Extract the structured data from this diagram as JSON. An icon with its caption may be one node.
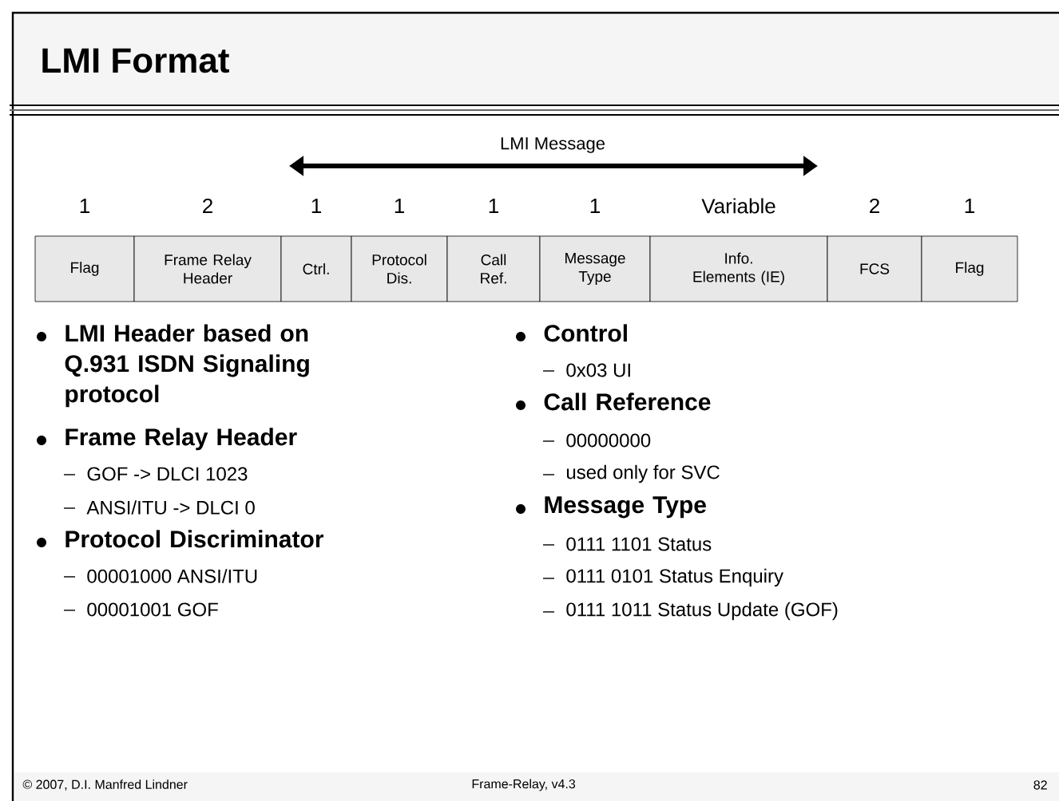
{
  "diagram": {
    "title": "LMI Format",
    "nodes": [
      {
        "text": [
          "Flag"
        ]
      },
      {
        "text": [
          "Frame Relay Header"
        ]
      },
      {
        "text": [
          "Ctrl."
        ]
      },
      {
        "text": [
          "Protocol Dis."
        ]
      },
      {
        "text": [
          "Call Ref."
        ]
      },
      {
        "text": [
          "Message Type"
        ]
      },
      {
        "text": [
          "Info. Elements (IE)"
        ]
      },
      {
        "text": [
          "FCS"
        ]
      },
      {
        "text": [
          "Flag"
        ]
      }
    ],
    "labels": [
      "LMI Message",
      "1",
      "2",
      "1",
      "1",
      "1",
      "1",
      "Variable",
      "2",
      "1",
      "LMI Header based on Q.931 ISDN Signaling protocol",
      "Frame Relay Header",
      "GOF -> DLCI 1023",
      "ANSI/ITU -> DLCI 0",
      "Protocol Discriminator",
      "00001000 ANSI/ITU",
      "00001001 GOF",
      "Control",
      "0x03 UI",
      "Call Reference",
      "00000000",
      "used only for SVC",
      "Message Type",
      "0111 1101 Status",
      "0111 0101 Status Enquiry",
      "0111 1011 Status Update (GOF)",
      "© 2007, D.I. Manfred Lindner",
      "Frame-Relay, v4.3",
      "82"
    ]
  }
}
